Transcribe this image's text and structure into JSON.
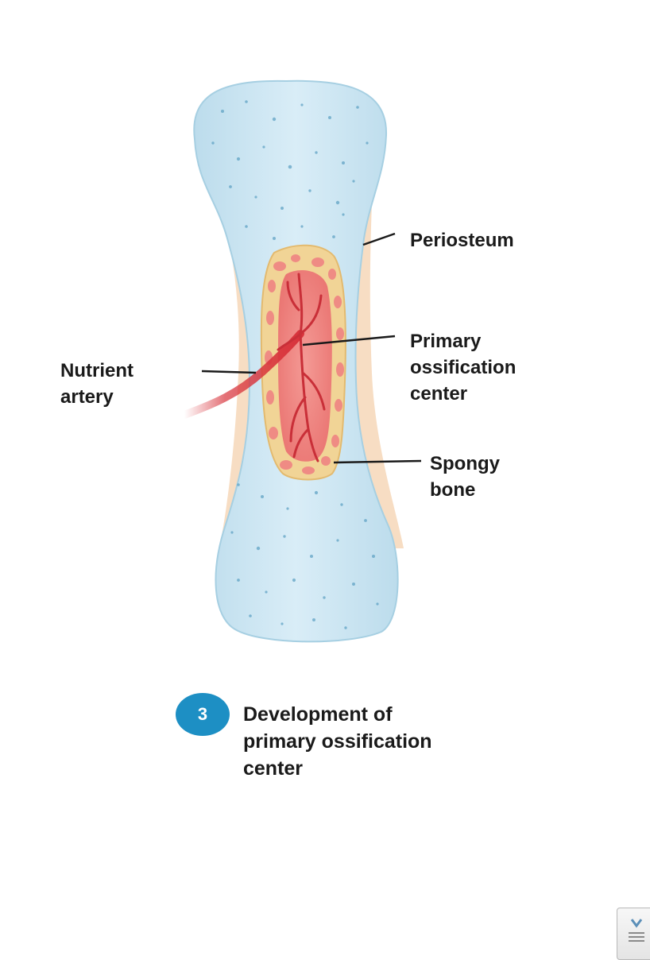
{
  "labels": {
    "periosteum": "Periosteum",
    "primary_center": [
      "Primary",
      "ossification",
      "center"
    ],
    "nutrient_artery": [
      "Nutrient",
      "artery"
    ],
    "spongy_bone": [
      "Spongy",
      "bone"
    ]
  },
  "step": {
    "number": "3",
    "caption": [
      "Development of",
      "primary ossification",
      "center"
    ]
  },
  "colors": {
    "cartilage": "#cfe6f2",
    "cartilage_dots": "#5a9fc2",
    "periosteum": "#f6d7b8",
    "spongy_bone": "#f1d496",
    "marrow": "#f08a8a",
    "artery": "#d8343c",
    "badge": "#1d8fc4"
  },
  "icons": {
    "corner": "scroll-icon"
  }
}
